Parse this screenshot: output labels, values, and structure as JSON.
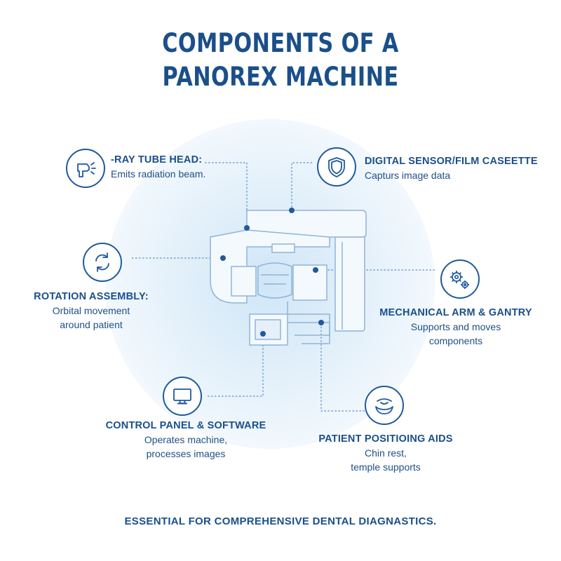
{
  "title": {
    "line1": "COMPONENTS OF A",
    "line2": "PANOREX MACHINE"
  },
  "components": {
    "xray_tube_head": {
      "heading": "-RAY TUBE HEAD:",
      "description": "Emits radiation beam.",
      "icon": "xray-tube-icon"
    },
    "digital_sensor": {
      "heading": "DIGITAL SENSOR/FILM CASEETTE",
      "description": "Capturs image data",
      "icon": "shield-icon"
    },
    "rotation_assembly": {
      "heading": "ROTATION ASSEMBLY:",
      "description_line1": "Orbital movement",
      "description_line2": "around patient",
      "icon": "rotation-arrows-icon"
    },
    "mechanical_arm": {
      "heading": "MECHANICAL ARM & GANTRY",
      "description_line1": "Supports and moves",
      "description_line2": "components",
      "icon": "gears-icon"
    },
    "control_panel": {
      "heading": "CONTROL PANEL & SOFTWARE",
      "description_line1": "Operates machine,",
      "description_line2": "processes images",
      "icon": "monitor-icon"
    },
    "positioning_aids": {
      "heading": "PATIENT POSITIOING AIDS",
      "description_line1": "Chin rest,",
      "description_line2": "temple supports",
      "icon": "chin-rest-icon"
    }
  },
  "footer": "ESSENTIAL FOR COMPREHENSIVE DENTAL DIAGNASTICS.",
  "colors": {
    "primary": "#1a4f8a",
    "line": "#5b8fc4",
    "machine_stroke": "#8fb4d8",
    "machine_fill": "#f4f9fd",
    "glow": "#cfe6f7"
  }
}
